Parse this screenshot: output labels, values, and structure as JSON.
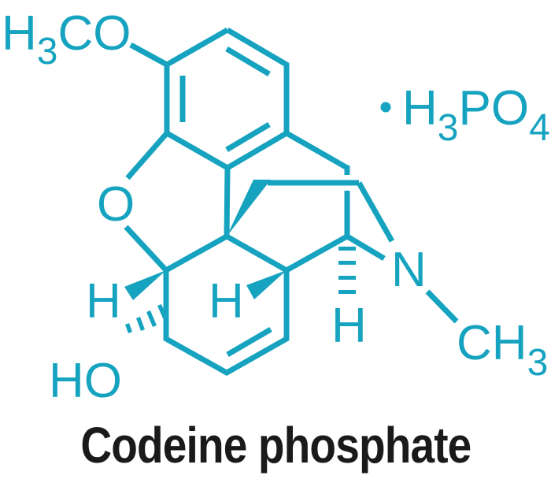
{
  "figure": {
    "title": "Codeine phosphate",
    "color": "#16a3c0",
    "title_color": "#1a1a1a"
  },
  "labels": {
    "methoxy": {
      "main": "H",
      "sub": "3",
      "rest": "CO"
    },
    "salt": {
      "dot": "•",
      "h": "H",
      "h_sub": "3",
      "po": "PO",
      "o_sub": "4"
    },
    "ring_oxygen": "O",
    "hydroxyl": "HO",
    "h_left": "H",
    "h_center": "H",
    "h_right": "H",
    "nitrogen": "N",
    "methyl": {
      "main": "CH",
      "sub": "3"
    }
  }
}
